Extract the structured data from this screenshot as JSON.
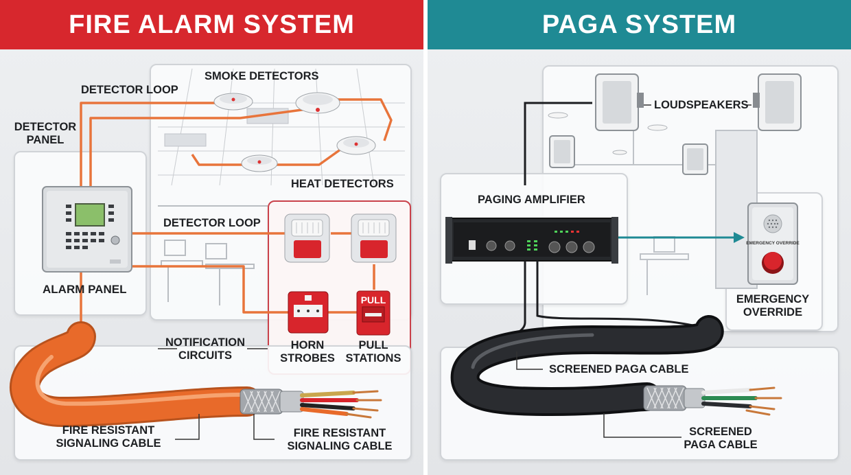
{
  "fire_alarm": {
    "title": "FIRE ALARM SYSTEM",
    "labels": {
      "smoke_detectors": "SMOKE DETECTORS",
      "detector_loop_top": "DETECTOR LOOP",
      "detector_panel_line1": "DETECTOR",
      "detector_panel_line2": "PANEL",
      "heat_detectors": "HEAT DETECTORS",
      "detector_loop_mid": "DETECTOR LOOP",
      "alarm_panel": "ALARM PANEL",
      "notification_line1": "NOTIFICATION",
      "notification_line2": "CIRCUITS",
      "horn_line1": "HORN",
      "horn_line2": "STROBES",
      "pull_line1": "PULL",
      "pull_line2": "STATIONS",
      "pull_sign": "PULL",
      "cable_left_line1": "FIRE RESISTANT",
      "cable_left_line2": "SIGNALING CABLE",
      "cable_right_line1": "FIRE RESISTANT",
      "cable_right_line2": "SIGNALING CABLE"
    }
  },
  "paga": {
    "title": "PAGA SYSTEM",
    "labels": {
      "loudspeakers": "LOUDSPEAKERS",
      "paging_amplifier": "PAGING AMPLIFIER",
      "override_plate": "EMERGENCY OVERRIDE",
      "emergency_line1": "EMERGENCY",
      "emergency_line2": "OVERRIDE",
      "cable_top": "SCREENED PAGA CABLE",
      "cable_bottom_line1": "SCREENED",
      "cable_bottom_line2": "PAGA CABLE"
    }
  },
  "colors": {
    "fire_banner": "#d7272d",
    "paga_banner": "#1f8a94",
    "loop_wire": "#e8743b",
    "fire_cable": "#e86a2a",
    "paga_cable": "#1c1d20",
    "override_arrow": "#1f8a94"
  },
  "icons": [
    "smoke-detector-icon",
    "heat-detector-icon",
    "alarm-panel-icon",
    "horn-strobe-icon",
    "pull-station-icon",
    "speaker-icon",
    "amplifier-icon",
    "override-button-icon",
    "cable-icon"
  ]
}
